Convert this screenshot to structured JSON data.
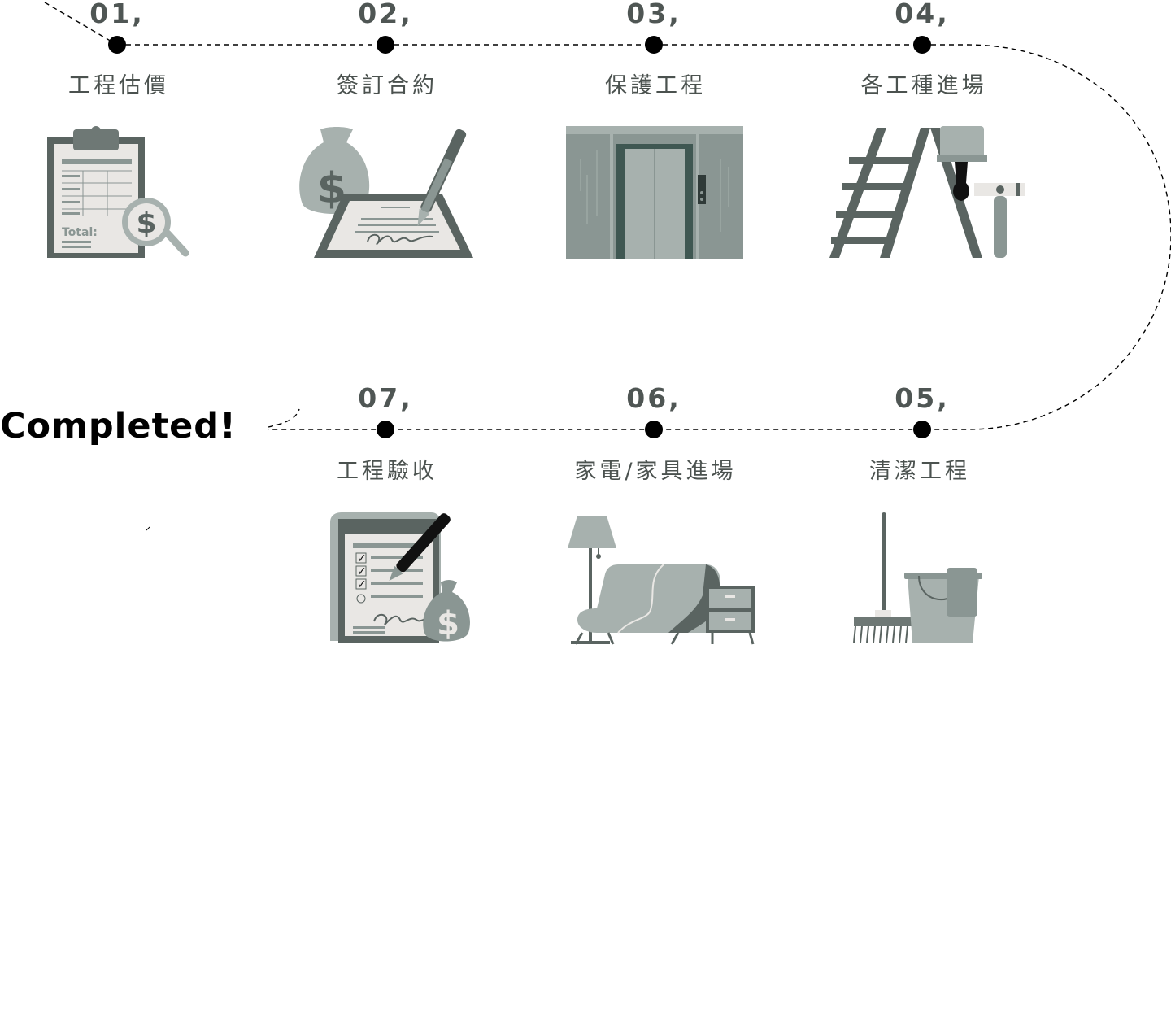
{
  "steps": [
    {
      "num": "01,",
      "label": "工程估價",
      "icon": "clipboard-estimate-icon"
    },
    {
      "num": "02,",
      "label": "簽訂合約",
      "icon": "contract-signing-icon"
    },
    {
      "num": "03,",
      "label": "保護工程",
      "icon": "elevator-protection-icon"
    },
    {
      "num": "04,",
      "label": "各工種進場",
      "icon": "ladder-tools-icon"
    },
    {
      "num": "05,",
      "label": "清潔工程",
      "icon": "mop-bucket-icon"
    },
    {
      "num": "06,",
      "label": "家電/家具進場",
      "icon": "sofa-lamp-icon"
    },
    {
      "num": "07,",
      "label": "工程驗收",
      "icon": "inspection-checklist-icon"
    }
  ],
  "completed_text": "Completed!",
  "estimate_total_label": "Total:",
  "colors": {
    "dark": "#5a6461",
    "mid": "#8a9693",
    "light": "#a7b1ae",
    "paper": "#e9e7e4",
    "line": "#000000"
  }
}
